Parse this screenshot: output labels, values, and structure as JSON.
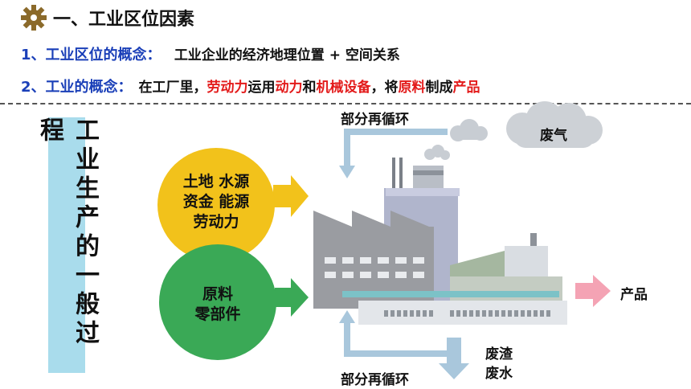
{
  "header": {
    "title": "一、工业区位因素",
    "gear_icon": "gear-icon",
    "gear_color": "#8b6a2a"
  },
  "concepts": {
    "c1_label": "1、工业区位的概念：",
    "c1_text": "工业企业的经济地理位置 + 空间关系",
    "c2_label": "2、工业的概念：",
    "c2_part1": "在工厂里，",
    "c2_laborforce": "劳动力",
    "c2_part2": "运用",
    "c2_power": "动力",
    "c2_part3": "和",
    "c2_machinery": "机械设备",
    "c2_part4": "，将",
    "c2_rawmaterial": "原料",
    "c2_part5": "制成",
    "c2_product": "产品"
  },
  "diagram": {
    "side_title": "工业生产的一般过程",
    "inputs_top": [
      "土地  水源",
      "资金  能源",
      "劳动力"
    ],
    "inputs_bottom": [
      "原料",
      "零部件"
    ],
    "recycle_top": "部分再循环",
    "recycle_bottom": "部分再循环",
    "exhaust": "废气",
    "product": "产品",
    "waste_residue": "废渣",
    "waste_water": "废水"
  },
  "colors": {
    "blue": "#1a3fb8",
    "red": "#e31b1b",
    "yellow_circle": "#f2c21b",
    "green_circle": "#3aa956",
    "side_box": "#a9dcec",
    "input_arrow": "#f2c21b",
    "product_arrow": "#f4a3b4",
    "recycle_arrow": "#a9c7dc"
  }
}
